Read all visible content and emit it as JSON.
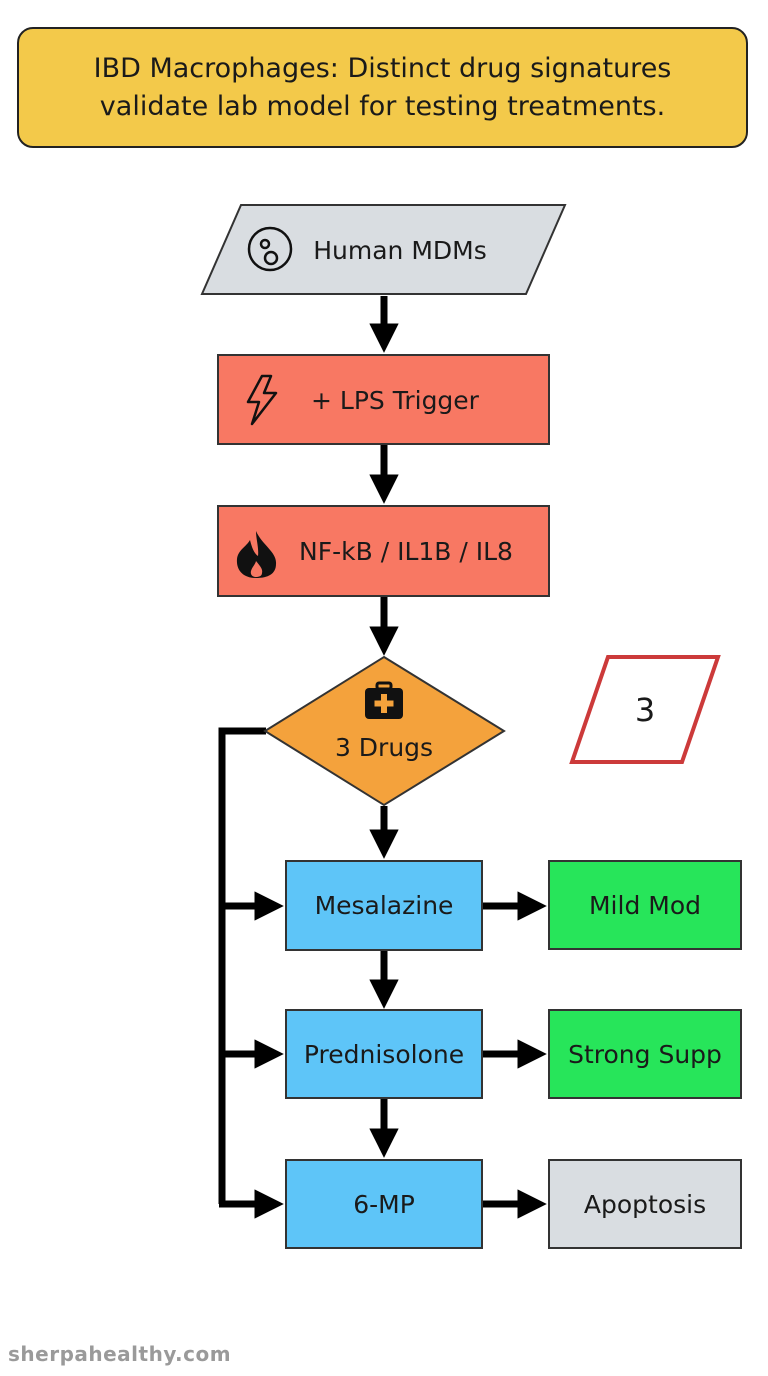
{
  "title": "IBD Macrophages: Distinct drug signatures validate lab model for testing treatments.",
  "nodes": {
    "input": {
      "label": "Human MDMs",
      "icon": "cell-icon",
      "fill": "#d9dde1"
    },
    "trigger": {
      "label": "+ LPS Trigger",
      "icon": "lightning-icon",
      "fill": "#f87863"
    },
    "pathway": {
      "label": "NF-kB / IL1B / IL8",
      "icon": "flame-icon",
      "fill": "#f87863"
    },
    "decision": {
      "label": "3 Drugs",
      "icon": "medkit-icon",
      "fill": "#f4a23c"
    },
    "annotation": {
      "label": "3",
      "border": "#cc3a3a"
    },
    "drug1": {
      "label": "Mesalazine",
      "fill": "#5ec5f8"
    },
    "drug2": {
      "label": "Prednisolone",
      "fill": "#5ec5f8"
    },
    "drug3": {
      "label": "6-MP",
      "fill": "#5ec5f8"
    },
    "effect1": {
      "label": "Mild Mod",
      "fill": "#27e55a"
    },
    "effect2": {
      "label": "Strong Supp",
      "fill": "#27e55a"
    },
    "effect3": {
      "label": "Apoptosis",
      "fill": "#d9dde1"
    }
  },
  "watermark": "sherpahealthy.com"
}
